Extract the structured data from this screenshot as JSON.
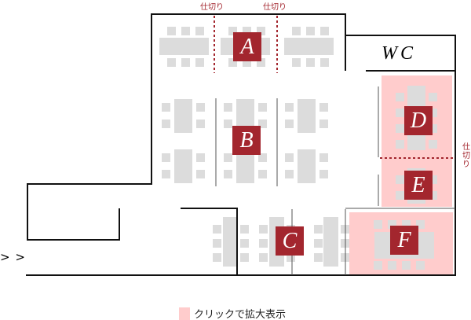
{
  "colors": {
    "label_bg": "#a3262e",
    "zone": "#ffcccc",
    "furniture": "#dcdcdc"
  },
  "partition_label": "仕切り",
  "wc": "WC",
  "entrance": "> >",
  "legend": "クリックで拡大表示",
  "areas": [
    {
      "id": "A",
      "clickable": false
    },
    {
      "id": "B",
      "clickable": false
    },
    {
      "id": "C",
      "clickable": false
    },
    {
      "id": "D",
      "clickable": true
    },
    {
      "id": "E",
      "clickable": true
    },
    {
      "id": "F",
      "clickable": true
    }
  ]
}
